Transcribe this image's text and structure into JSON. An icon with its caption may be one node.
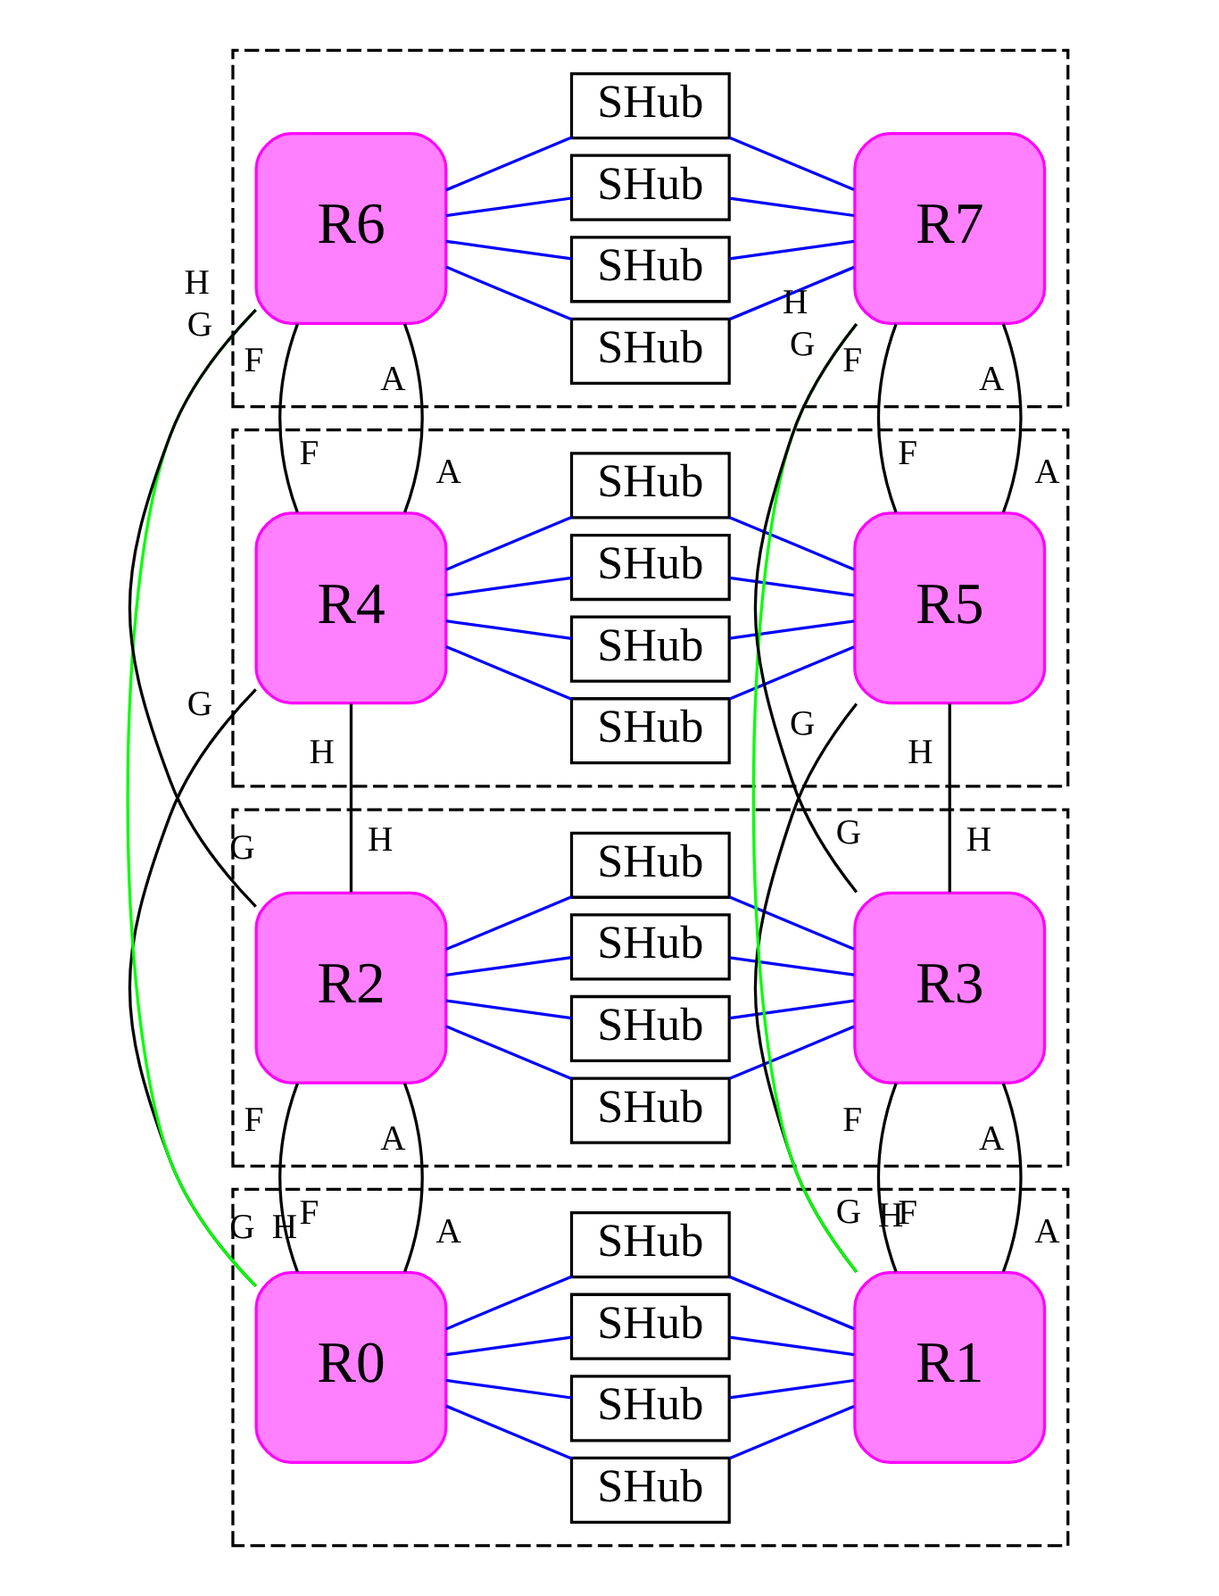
{
  "diagram": {
    "nodes": [
      {
        "text": [],
        "shape": "box"
      },
      {
        "text": [
          "R6"
        ],
        "in": 0
      },
      {
        "text": [
          "SHub"
        ],
        "in": 0
      },
      {
        "text": [
          "SHub"
        ],
        "in": 0
      },
      {
        "text": [
          "SHub"
        ],
        "in": 0
      },
      {
        "text": [
          "SHub"
        ],
        "in": 0
      },
      {
        "text": [
          "R7"
        ],
        "in": 0
      },
      {
        "text": [],
        "shape": "box"
      },
      {
        "text": [
          "R4"
        ],
        "in": 7
      },
      {
        "text": [
          "SHub"
        ],
        "in": 7
      },
      {
        "text": [
          "SHub"
        ],
        "in": 7
      },
      {
        "text": [
          "SHub"
        ],
        "in": 7
      },
      {
        "text": [
          "SHub"
        ],
        "in": 7
      },
      {
        "text": [
          "R5"
        ],
        "in": 7
      },
      {
        "text": [],
        "shape": "box"
      },
      {
        "text": [
          "R2"
        ],
        "in": 14
      },
      {
        "text": [
          "SHub"
        ],
        "in": 14
      },
      {
        "text": [
          "SHub"
        ],
        "in": 14
      },
      {
        "text": [
          "SHub"
        ],
        "in": 14
      },
      {
        "text": [
          "SHub"
        ],
        "in": 14
      },
      {
        "text": [
          "R3"
        ],
        "in": 14
      },
      {
        "text": [],
        "shape": "box"
      },
      {
        "text": [
          "R0"
        ],
        "in": 21
      },
      {
        "text": [
          "SHub"
        ],
        "in": 21
      },
      {
        "text": [
          "SHub"
        ],
        "in": 21
      },
      {
        "text": [
          "SHub"
        ],
        "in": 21
      },
      {
        "text": [
          "SHub"
        ],
        "in": 21
      },
      {
        "text": [
          "R1"
        ],
        "in": 21
      }
    ],
    "edges": [
      {
        "from": 1,
        "to": 2,
        "arrow": "none"
      },
      {
        "from": 1,
        "to": 3,
        "arrow": "none"
      },
      {
        "from": 1,
        "to": 4,
        "arrow": "none"
      },
      {
        "from": 1,
        "to": 5,
        "arrow": "none"
      },
      {
        "from": 2,
        "to": 6,
        "arrow": "none"
      },
      {
        "from": 3,
        "to": 6,
        "arrow": "none"
      },
      {
        "from": 4,
        "to": 6,
        "arrow": "none"
      },
      {
        "from": 5,
        "to": 6,
        "arrow": "none"
      },
      {
        "from": 8,
        "to": 9,
        "arrow": "none"
      },
      {
        "from": 8,
        "to": 10,
        "arrow": "none"
      },
      {
        "from": 8,
        "to": 11,
        "arrow": "none"
      },
      {
        "from": 8,
        "to": 12,
        "arrow": "none"
      },
      {
        "from": 9,
        "to": 13,
        "arrow": "none"
      },
      {
        "from": 10,
        "to": 13,
        "arrow": "none"
      },
      {
        "from": 11,
        "to": 13,
        "arrow": "none"
      },
      {
        "from": 12,
        "to": 13,
        "arrow": "none"
      },
      {
        "from": 15,
        "to": 16,
        "arrow": "none"
      },
      {
        "from": 15,
        "to": 17,
        "arrow": "none"
      },
      {
        "from": 15,
        "to": 18,
        "arrow": "none"
      },
      {
        "from": 15,
        "to": 19,
        "arrow": "none"
      },
      {
        "from": 16,
        "to": 20,
        "arrow": "none"
      },
      {
        "from": 17,
        "to": 20,
        "arrow": "none"
      },
      {
        "from": 18,
        "to": 20,
        "arrow": "none"
      },
      {
        "from": 19,
        "to": 20,
        "arrow": "none"
      },
      {
        "from": 22,
        "to": 23,
        "arrow": "none"
      },
      {
        "from": 22,
        "to": 24,
        "arrow": "none"
      },
      {
        "from": 22,
        "to": 25,
        "arrow": "none"
      },
      {
        "from": 22,
        "to": 26,
        "arrow": "none"
      },
      {
        "from": 23,
        "to": 27,
        "arrow": "none"
      },
      {
        "from": 24,
        "to": 27,
        "arrow": "none"
      },
      {
        "from": 25,
        "to": 27,
        "arrow": "none"
      },
      {
        "from": 26,
        "to": 27,
        "arrow": "none"
      },
      {
        "from": 1,
        "to": 8,
        "arrow": "none",
        "label": "A",
        "color": "#000000"
      },
      {
        "from": 1,
        "to": 8,
        "arrow": "none",
        "label": "F",
        "color": "#000000"
      },
      {
        "from": 6,
        "to": 13,
        "arrow": "none",
        "label": "A",
        "color": "#000000"
      },
      {
        "from": 6,
        "to": 13,
        "arrow": "none",
        "label": "F",
        "color": "#000000"
      },
      {
        "from": 8,
        "to": 15,
        "arrow": "none",
        "label": "H",
        "color": "#000000"
      },
      {
        "from": 13,
        "to": 20,
        "arrow": "none",
        "label": "H",
        "color": "#000000"
      },
      {
        "from": 15,
        "to": 22,
        "arrow": "none",
        "label": "A",
        "color": "#000000"
      },
      {
        "from": 15,
        "to": 22,
        "arrow": "none",
        "label": "F",
        "color": "#000000"
      },
      {
        "from": 20,
        "to": 27,
        "arrow": "none",
        "label": "A",
        "color": "#000000"
      },
      {
        "from": 20,
        "to": 27,
        "arrow": "none",
        "label": "F",
        "color": "#000000"
      },
      {
        "from": 1,
        "to": 15,
        "arrow": "none",
        "label": "G",
        "color": "#000000"
      },
      {
        "from": 8,
        "to": 22,
        "arrow": "none",
        "label": "G",
        "color": "#000000"
      },
      {
        "from": 6,
        "to": 20,
        "arrow": "none",
        "label": "G",
        "color": "#000000"
      },
      {
        "from": 13,
        "to": 27,
        "arrow": "none",
        "label": "G",
        "color": "#000000"
      },
      {
        "from": 1,
        "to": 22,
        "arrow": "none",
        "label": "H",
        "color": "#00ff00"
      },
      {
        "from": 6,
        "to": 27,
        "arrow": "none",
        "label": "H",
        "color": "#00ff00"
      }
    ],
    "labels": [
      "A",
      "F",
      "A",
      "F",
      "H",
      "H",
      "A",
      "F",
      "A",
      "F",
      "G",
      "G",
      "G",
      "G",
      "H",
      "H"
    ]
  }
}
